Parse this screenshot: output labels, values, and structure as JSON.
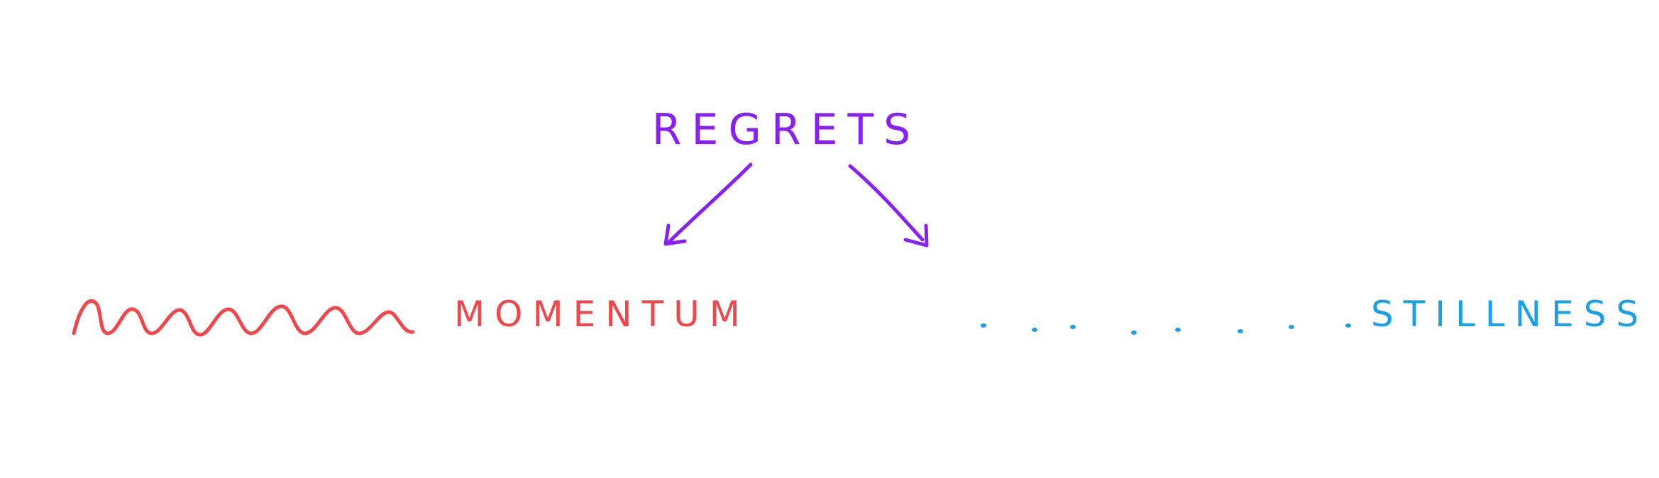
{
  "diagram": {
    "root": {
      "label": "REGRETS",
      "color": "#8a1ff5"
    },
    "branches": [
      {
        "label": "MOMENTUM",
        "color": "#f2474a",
        "pattern": "wavy-line"
      },
      {
        "label": "STILLNESS",
        "color": "#1aa0ea",
        "pattern": "dotted-line"
      }
    ]
  }
}
